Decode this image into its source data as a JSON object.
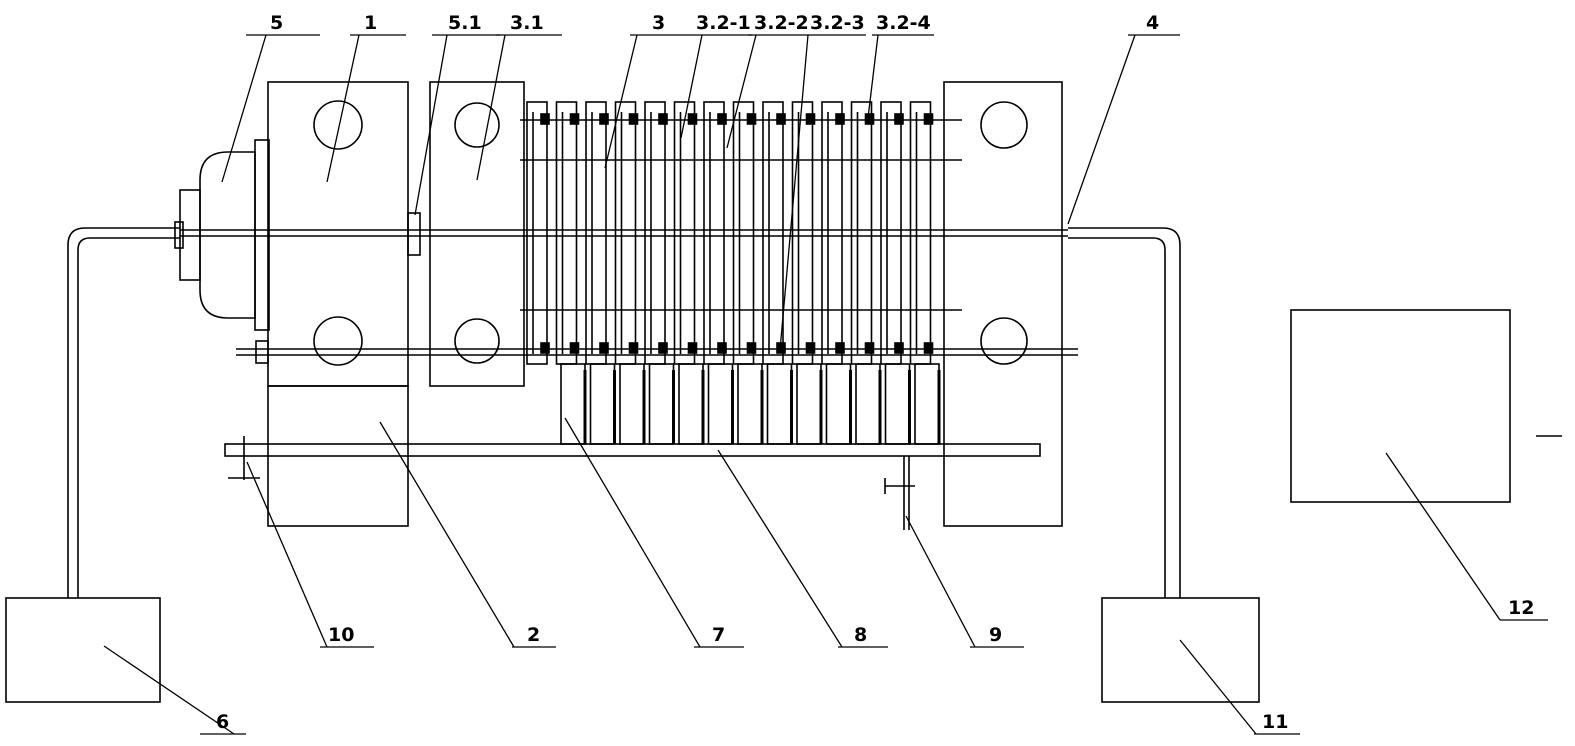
{
  "labels": {
    "l1": "1",
    "l2": "2",
    "l3": "3",
    "l3_1": "3.1",
    "l3_2_1": "3.2-1",
    "l3_2_2": "3.2-2",
    "l3_2_3": "3.2-3",
    "l3_2_4": "3.2-4",
    "l4": "4",
    "l5": "5",
    "l5_1": "5.1",
    "l6": "6",
    "l7": "7",
    "l8": "8",
    "l9": "9",
    "l10": "10",
    "l11": "11",
    "l12": "12"
  },
  "colors": {
    "line": "#000000",
    "background": "#ffffff"
  }
}
